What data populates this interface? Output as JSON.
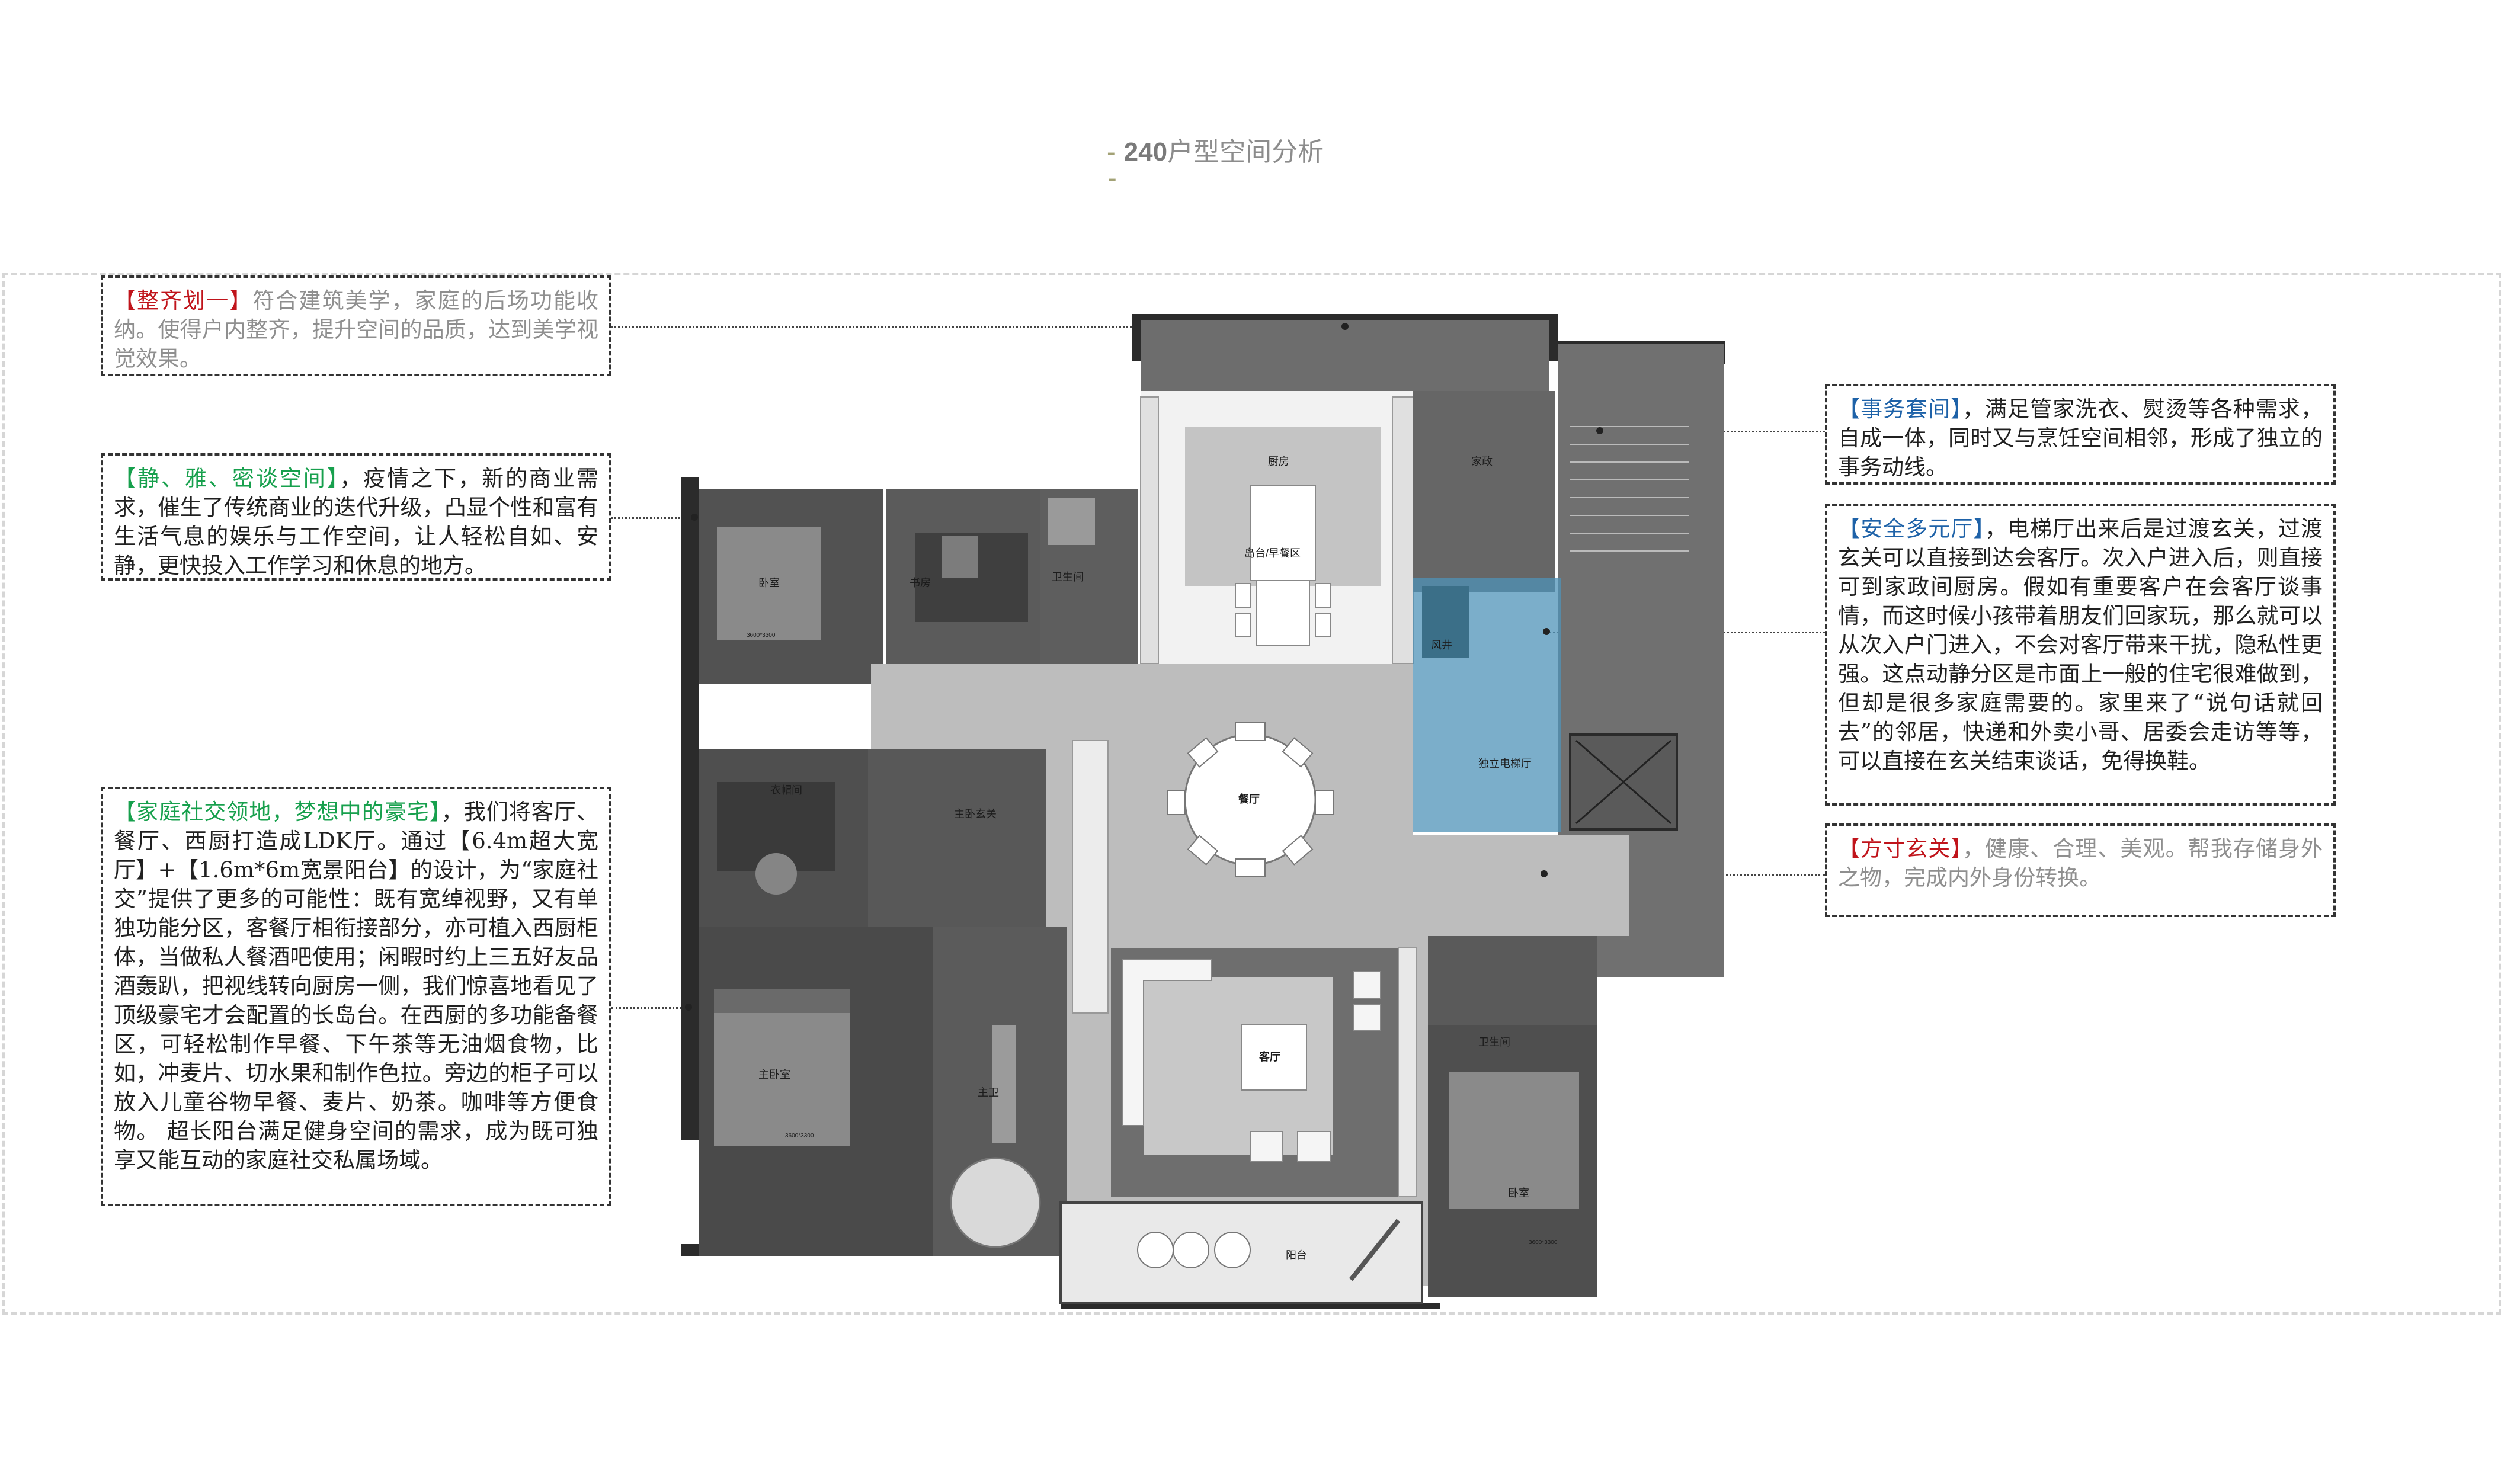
{
  "title": {
    "dash": "-",
    "number": "240",
    "text": "户型空间分析",
    "second_dash": "-"
  },
  "annotations": {
    "tidy": {
      "tag": "【整齐划一】",
      "text": "符合建筑美学，家庭的后场功能收纳。使得户内整齐，提升空间的品质，达到美学视觉效果。"
    },
    "quiet": {
      "tag": "【静、雅、密谈空间】",
      "text": "，疫情之下，新的商业需求，催生了传统商业的迭代升级，凸显个性和富有生活气息的娱乐与工作空间，让人轻松自如、安静，更快投入工作学习和休息的地方。"
    },
    "social": {
      "tag": "【家庭社交领地，梦想中的豪宅】",
      "text": "，我们将客厅、餐厅、西厨打造成LDK厅。通过【6.4m超大宽厅】+【1.6m*6m宽景阳台】的设计，为“家庭社交”提供了更多的可能性：既有宽绰视野，又有单独功能分区，客餐厅相衔接部分，亦可植入西厨柜体，当做私人餐酒吧使用；闲暇时约上三五好友品酒轰趴，把视线转向厨房一侧，我们惊喜地看见了顶级豪宅才会配置的长岛台。在西厨的多功能备餐区，可轻松制作早餐、下午茶等无油烟食物，比如，冲麦片、切水果和制作色拉。旁边的柜子可以放入儿童谷物早餐、麦片、奶茶。咖啡等方便食物。 超长阳台满足健身空间的需求，成为既可独享又能互动的家庭社交私属场域。"
    },
    "affairs": {
      "tag": "【事务套间】",
      "text": "，满足管家洗衣、熨烫等各种需求，自成一体，同时又与烹饪空间相邻，形成了独立的事务动线。"
    },
    "safety": {
      "tag": "【安全多元厅】",
      "text": "，电梯厅出来后是过渡玄关，过渡玄关可以直接到达会客厅。次入户进入后，则直接可到家政间厨房。假如有重要客户在会客厅谈事情，而这时候小孩带着朋友们回家玩，那么就可以从次入户门进入，不会对客厅带来干扰，隐私性更强。这点动静分区是市面上一般的住宅很难做到，但却是很多家庭需要的。家里来了“说句话就回去”的邻居，快递和外卖小哥、居委会走访等等，可以直接在玄关结束谈话，免得换鞋。"
    },
    "foyer": {
      "tag": "【方寸玄关】",
      "text": "，健康、合理、美观。帮我存储身外之物，完成内外身份转换。"
    }
  },
  "rooms": {
    "kitchen": "厨房",
    "island": "岛台/早餐区",
    "housekeeping": "家政",
    "bedroom_left": "卧室",
    "bedroom_left_size": "3600*3300",
    "study": "书房",
    "bath_left": "卫生间",
    "shaft": "风井",
    "elevator_hall": "独立电梯厅",
    "dining": "餐厅",
    "closet": "衣帽间",
    "master_foyer": "主卧玄关",
    "master_bedroom": "主卧室",
    "master_bedroom_size": "3600*3300",
    "master_bath": "主卫",
    "living": "客厅",
    "bath_right": "卫生间",
    "bedroom_right": "卧室",
    "bedroom_right_size": "3600*3300",
    "balcony": "阳台"
  },
  "colors": {
    "accent": "#a3a276",
    "tag_red": "#c0141b",
    "tag_green": "#17a04d",
    "tag_blue": "#1e62a8",
    "highlight_blue": "#4f93b8"
  }
}
